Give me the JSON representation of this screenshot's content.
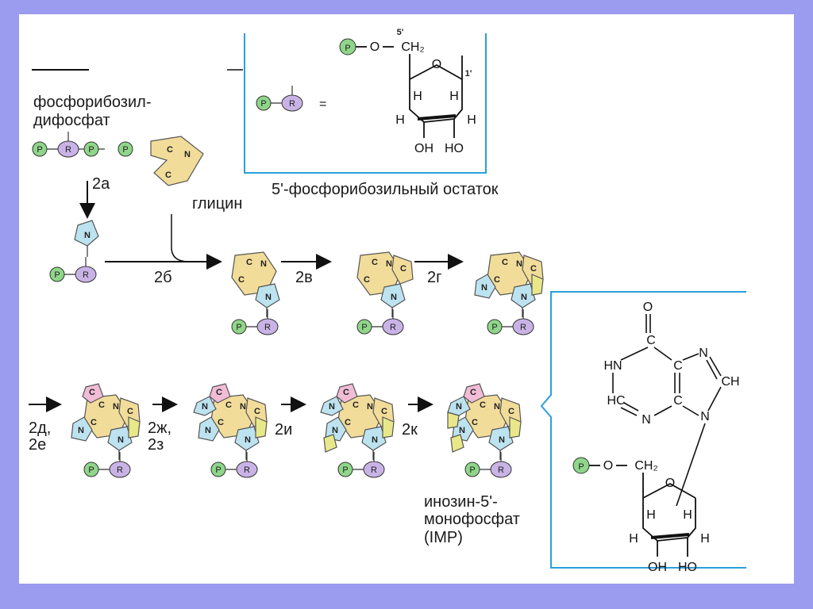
{
  "colors": {
    "page_bg": "#9b9bf0",
    "phosphate": "#8fd68a",
    "ribose": "#c9b3e6",
    "ring_yellow": "#f2dc9a",
    "ring_blue": "#bde3f0",
    "ring_pink": "#f1bcd6",
    "ring_green": "#e8e88a",
    "box_border": "#2aa0dc"
  },
  "labels": {
    "prpp": "фосфорибозил-\nдифосфат",
    "glycine": "глицин",
    "ribosyl_residue": "5'-фосфорибозильный остаток",
    "imp": "инозин-5'-\nмонофосфат\n(IMP)"
  },
  "steps": {
    "s2a": "2а",
    "s2b": "2б",
    "s2v": "2в",
    "s2g": "2г",
    "s2de": "2д,\n2е",
    "s2zh": "2ж,\n2з",
    "s2i": "2и",
    "s2k": "2к"
  },
  "pr_symbols": {
    "p": "P",
    "r": "R",
    "equals": "="
  },
  "ring_letters": {
    "c": "C",
    "n": "N"
  },
  "sugar_labels": {
    "o": "O",
    "ch2": "CH₂",
    "h": "H",
    "oh": "OH",
    "ho": "HO",
    "prime5": "5'",
    "prime1": "1'",
    "o_link": "O"
  },
  "imp_structure": {
    "o_top": "O",
    "c": "C",
    "hn": "HN",
    "hc": "HC",
    "n": "N",
    "ch": "CH"
  }
}
